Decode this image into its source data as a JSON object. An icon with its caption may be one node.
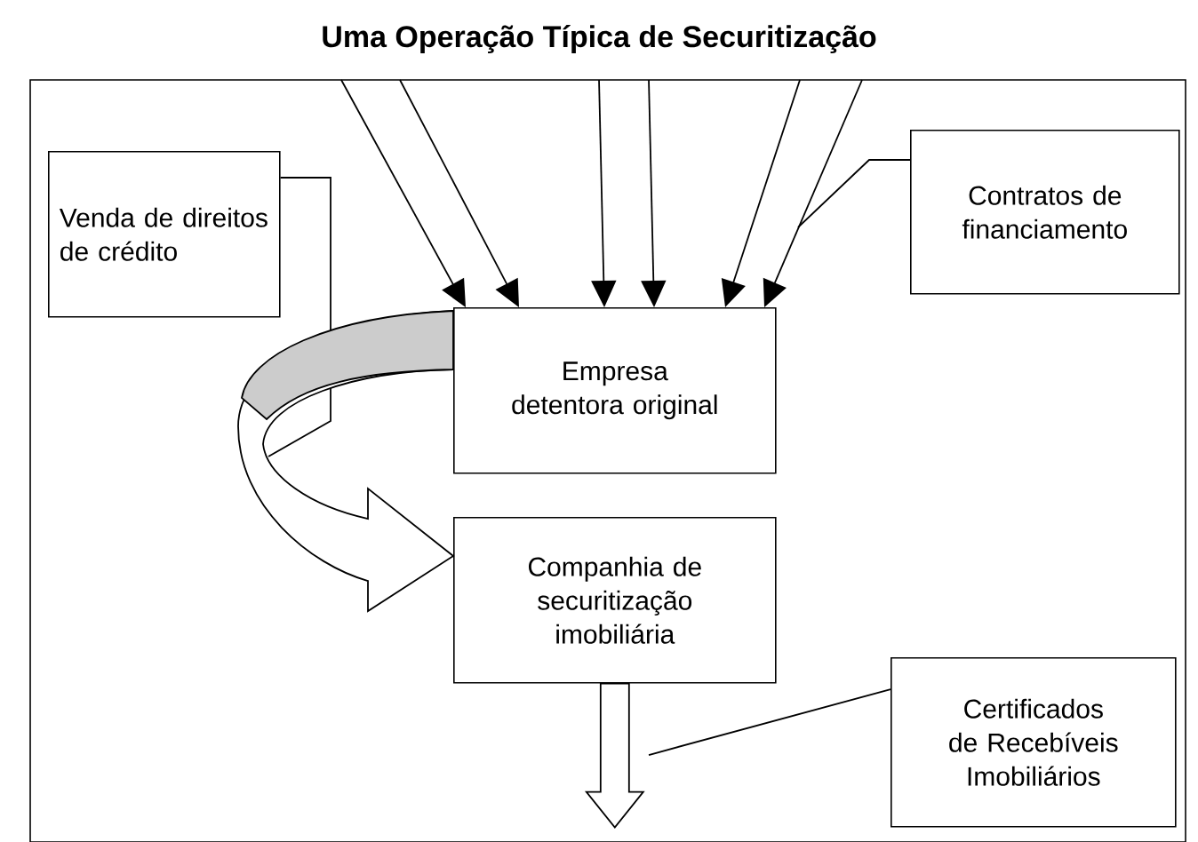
{
  "diagram": {
    "title": "Uma Operação Típica de Securitização",
    "nodes": [
      {
        "text": [
          "Venda de direitos de crédito"
        ]
      },
      {
        "text": [
          "Contratos de financiamento"
        ]
      },
      {
        "text": [
          "Empresa detentora original"
        ]
      },
      {
        "text": [
          "Companhia de securitização imobiliária"
        ]
      },
      {
        "text": [
          "Certificados de Recebíveis Imobiliários"
        ]
      }
    ],
    "edges": [
      {
        "from": null,
        "to": 2,
        "arrow": "to"
      },
      {
        "from": null,
        "to": 2,
        "arrow": "to"
      },
      {
        "from": null,
        "to": 2,
        "arrow": "to"
      },
      {
        "from": null,
        "to": 2,
        "arrow": "to"
      },
      {
        "from": null,
        "to": 2,
        "arrow": "to"
      },
      {
        "from": null,
        "to": 2,
        "arrow": "to"
      },
      {
        "from": 1,
        "to": null,
        "arrow": "none"
      },
      {
        "from": 0,
        "to": null,
        "arrow": "none"
      },
      {
        "from": 2,
        "to": 3,
        "arrow": "to"
      },
      {
        "from": 3,
        "to": null,
        "arrow": "to"
      },
      {
        "from": 4,
        "to": null,
        "arrow": "none"
      }
    ]
  }
}
